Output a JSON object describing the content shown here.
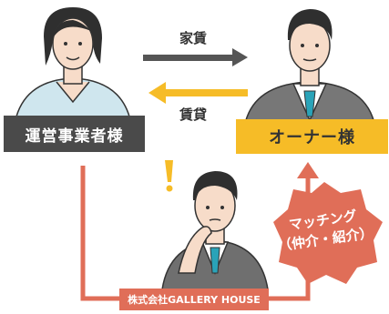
{
  "labels": {
    "operator": "運営事業者様",
    "owner": "オーナー様",
    "gallery_house": "株式会社GALLERY HOUSE"
  },
  "arrows": {
    "rent_to_owner": "家賃",
    "rent_to_operator": "賃貸"
  },
  "matching": {
    "line1": "マッチング",
    "line2": "（仲介・紹介）"
  },
  "colors": {
    "dark_gray": "#4a4a4a",
    "yellow": "#f6bc27",
    "coral": "#e06e58"
  }
}
